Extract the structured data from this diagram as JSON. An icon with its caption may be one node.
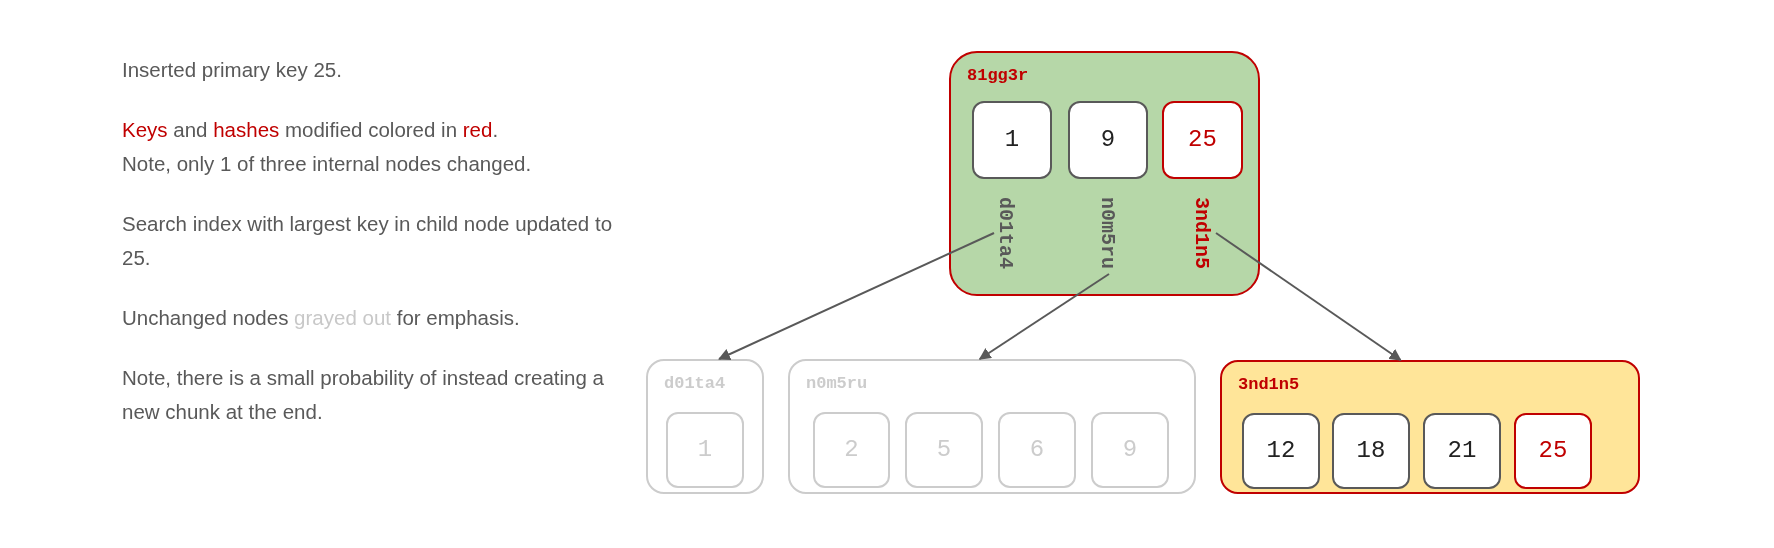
{
  "diagram": {
    "nodes": [
      {
        "text": [
          "81gg3r"
        ]
      },
      {
        "text": [
          "1"
        ],
        "in": 0
      },
      {
        "text": [
          "9"
        ],
        "in": 0
      },
      {
        "text": [
          "25"
        ],
        "in": 0
      },
      {
        "text": [
          "d01ta4"
        ],
        "in": 0
      },
      {
        "text": [
          "n0m5ru"
        ],
        "in": 0
      },
      {
        "text": [
          "3nd1n5"
        ],
        "in": 0
      },
      {
        "text": [
          "d01ta4"
        ]
      },
      {
        "text": [
          "1"
        ],
        "in": 7
      },
      {
        "text": [
          "n0m5ru"
        ]
      },
      {
        "text": [
          "2"
        ],
        "in": 9
      },
      {
        "text": [
          "5"
        ],
        "in": 9
      },
      {
        "text": [
          "6"
        ],
        "in": 9
      },
      {
        "text": [
          "9"
        ],
        "in": 9
      },
      {
        "text": [
          "3nd1n5"
        ]
      },
      {
        "text": [
          "12"
        ],
        "in": 14
      },
      {
        "text": [
          "18"
        ],
        "in": 14
      },
      {
        "text": [
          "21"
        ],
        "in": 14
      },
      {
        "text": [
          "25"
        ],
        "in": 14
      }
    ],
    "edges": [
      {
        "from": 4,
        "to": 7,
        "arrow": "to"
      },
      {
        "from": 5,
        "to": 9,
        "arrow": "to"
      },
      {
        "from": 6,
        "to": 14,
        "arrow": "to"
      }
    ],
    "labels": [
      "Inserted primary key 25.",
      "**Keys** and **hashes** modified colored in **red**.",
      "Note, only 1 of three internal nodes changed.",
      "Search index with largest key in child node updated to 25.",
      "Unchanged nodes *grayed out* for emphasis.",
      "Note, there is a small probability of instead creating a new chunk at the end."
    ]
  }
}
